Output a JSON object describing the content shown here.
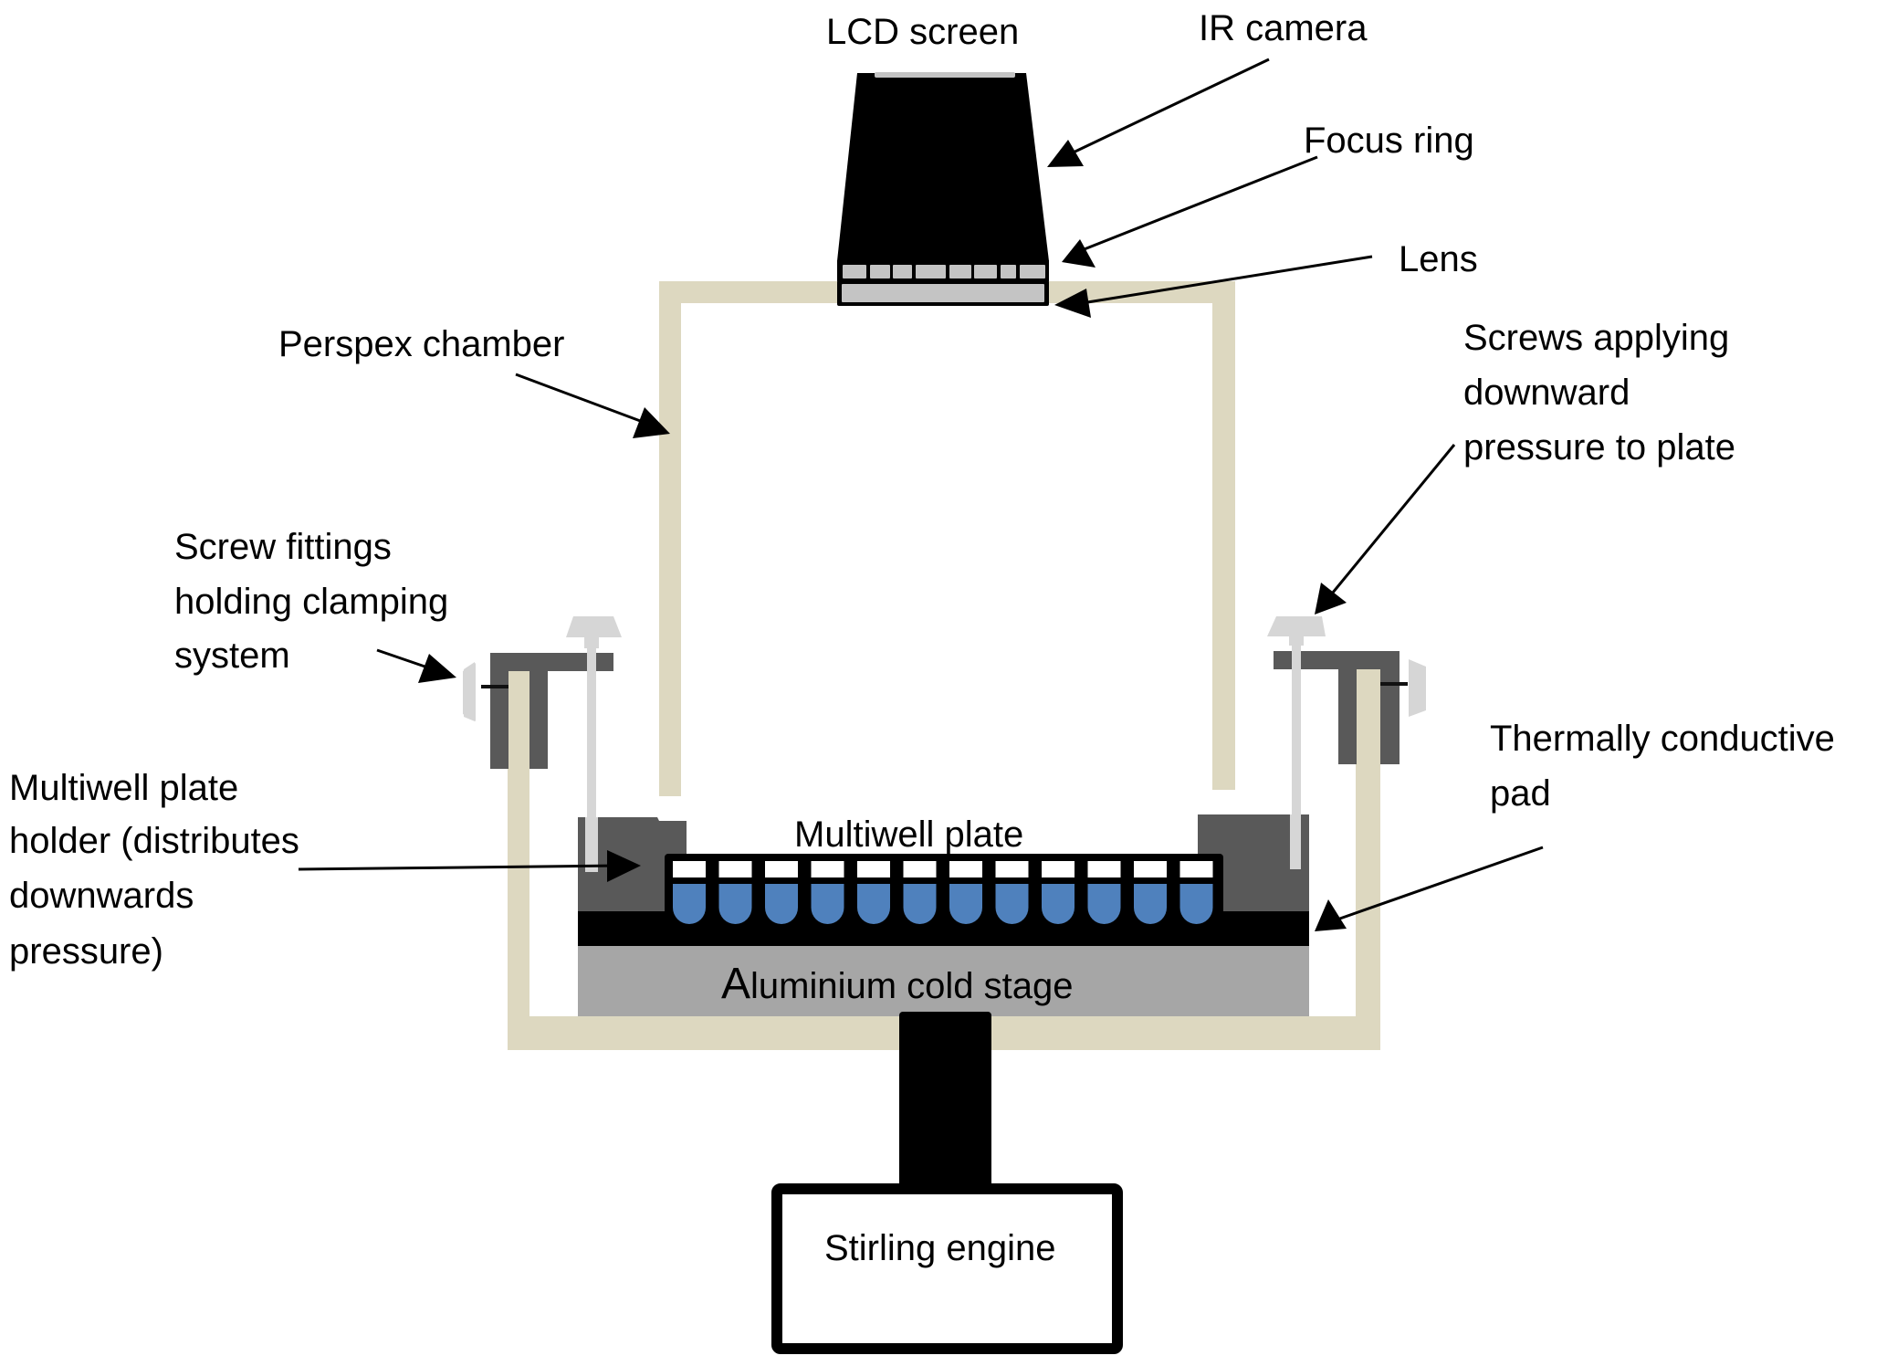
{
  "figure": {
    "title": "Infrared camera freezing assay apparatus (schematic)",
    "colors": {
      "perspex": "#ddd8c0",
      "clamp": "#595959",
      "screw": "#d6d6d6",
      "camera_body": "#000000",
      "lens_glass": "#c4c4c4",
      "thermal_pad": "#000000",
      "cold_stage": "#a6a6a6",
      "well_liquid": "#4f81bd",
      "well_cap": "#ffffff",
      "engine_fill": "#ffffff"
    },
    "well_count": 12,
    "focus_ring_segments": 8
  },
  "labels": {
    "lcd_screen": "LCD screen",
    "ir_camera": "IR camera",
    "focus_ring": "Focus ring",
    "lens": "Lens",
    "perspex_chamber": "Perspex chamber",
    "screws_applying": [
      "Screws applying",
      "downward",
      "pressure to plate"
    ],
    "screw_fittings": [
      "Screw fittings",
      "holding clamping",
      "system"
    ],
    "thermal_pad": [
      "Thermally conductive",
      "pad"
    ],
    "plate_holder": [
      "Multiwell plate",
      "holder (distributes",
      "downwards",
      "pressure)"
    ],
    "multiwell_plate": "Multiwell plate",
    "cold_stage_first": "A",
    "cold_stage_rest": "luminium cold stage",
    "stirling_engine": "Stirling engine"
  }
}
